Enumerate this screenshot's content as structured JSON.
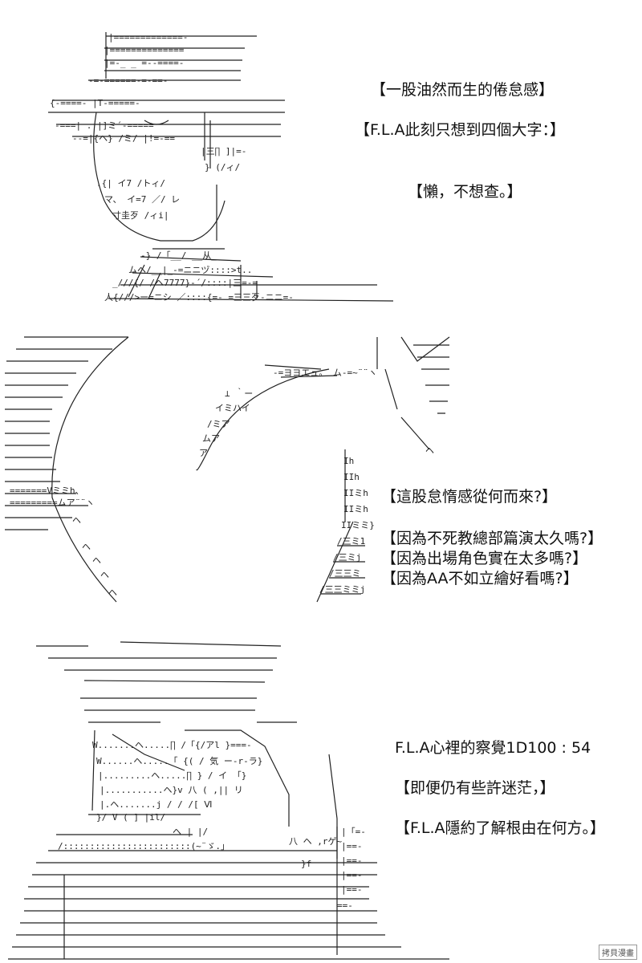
{
  "panel1": {
    "lines": [
      "【一股油然而生的倦怠感】",
      "【F.L.A此刻只想到四個大字：】",
      "【懶，不想查。】"
    ]
  },
  "panel2": {
    "lines": [
      "【這股怠惰感從何而來?】",
      "【因為不死教總部篇演太久嗎?】",
      "【因為出場角色實在太多嗎?】",
      "【因為AA不如立繪好看嗎?】"
    ]
  },
  "panel3": {
    "lines": [
      "F.L.A心裡的察覺1D100 : 54",
      "【即便仍有些許迷茫，】",
      "【F.L.A隱約了解根由在何方。】"
    ]
  },
  "watermark": "拷貝漫畫"
}
